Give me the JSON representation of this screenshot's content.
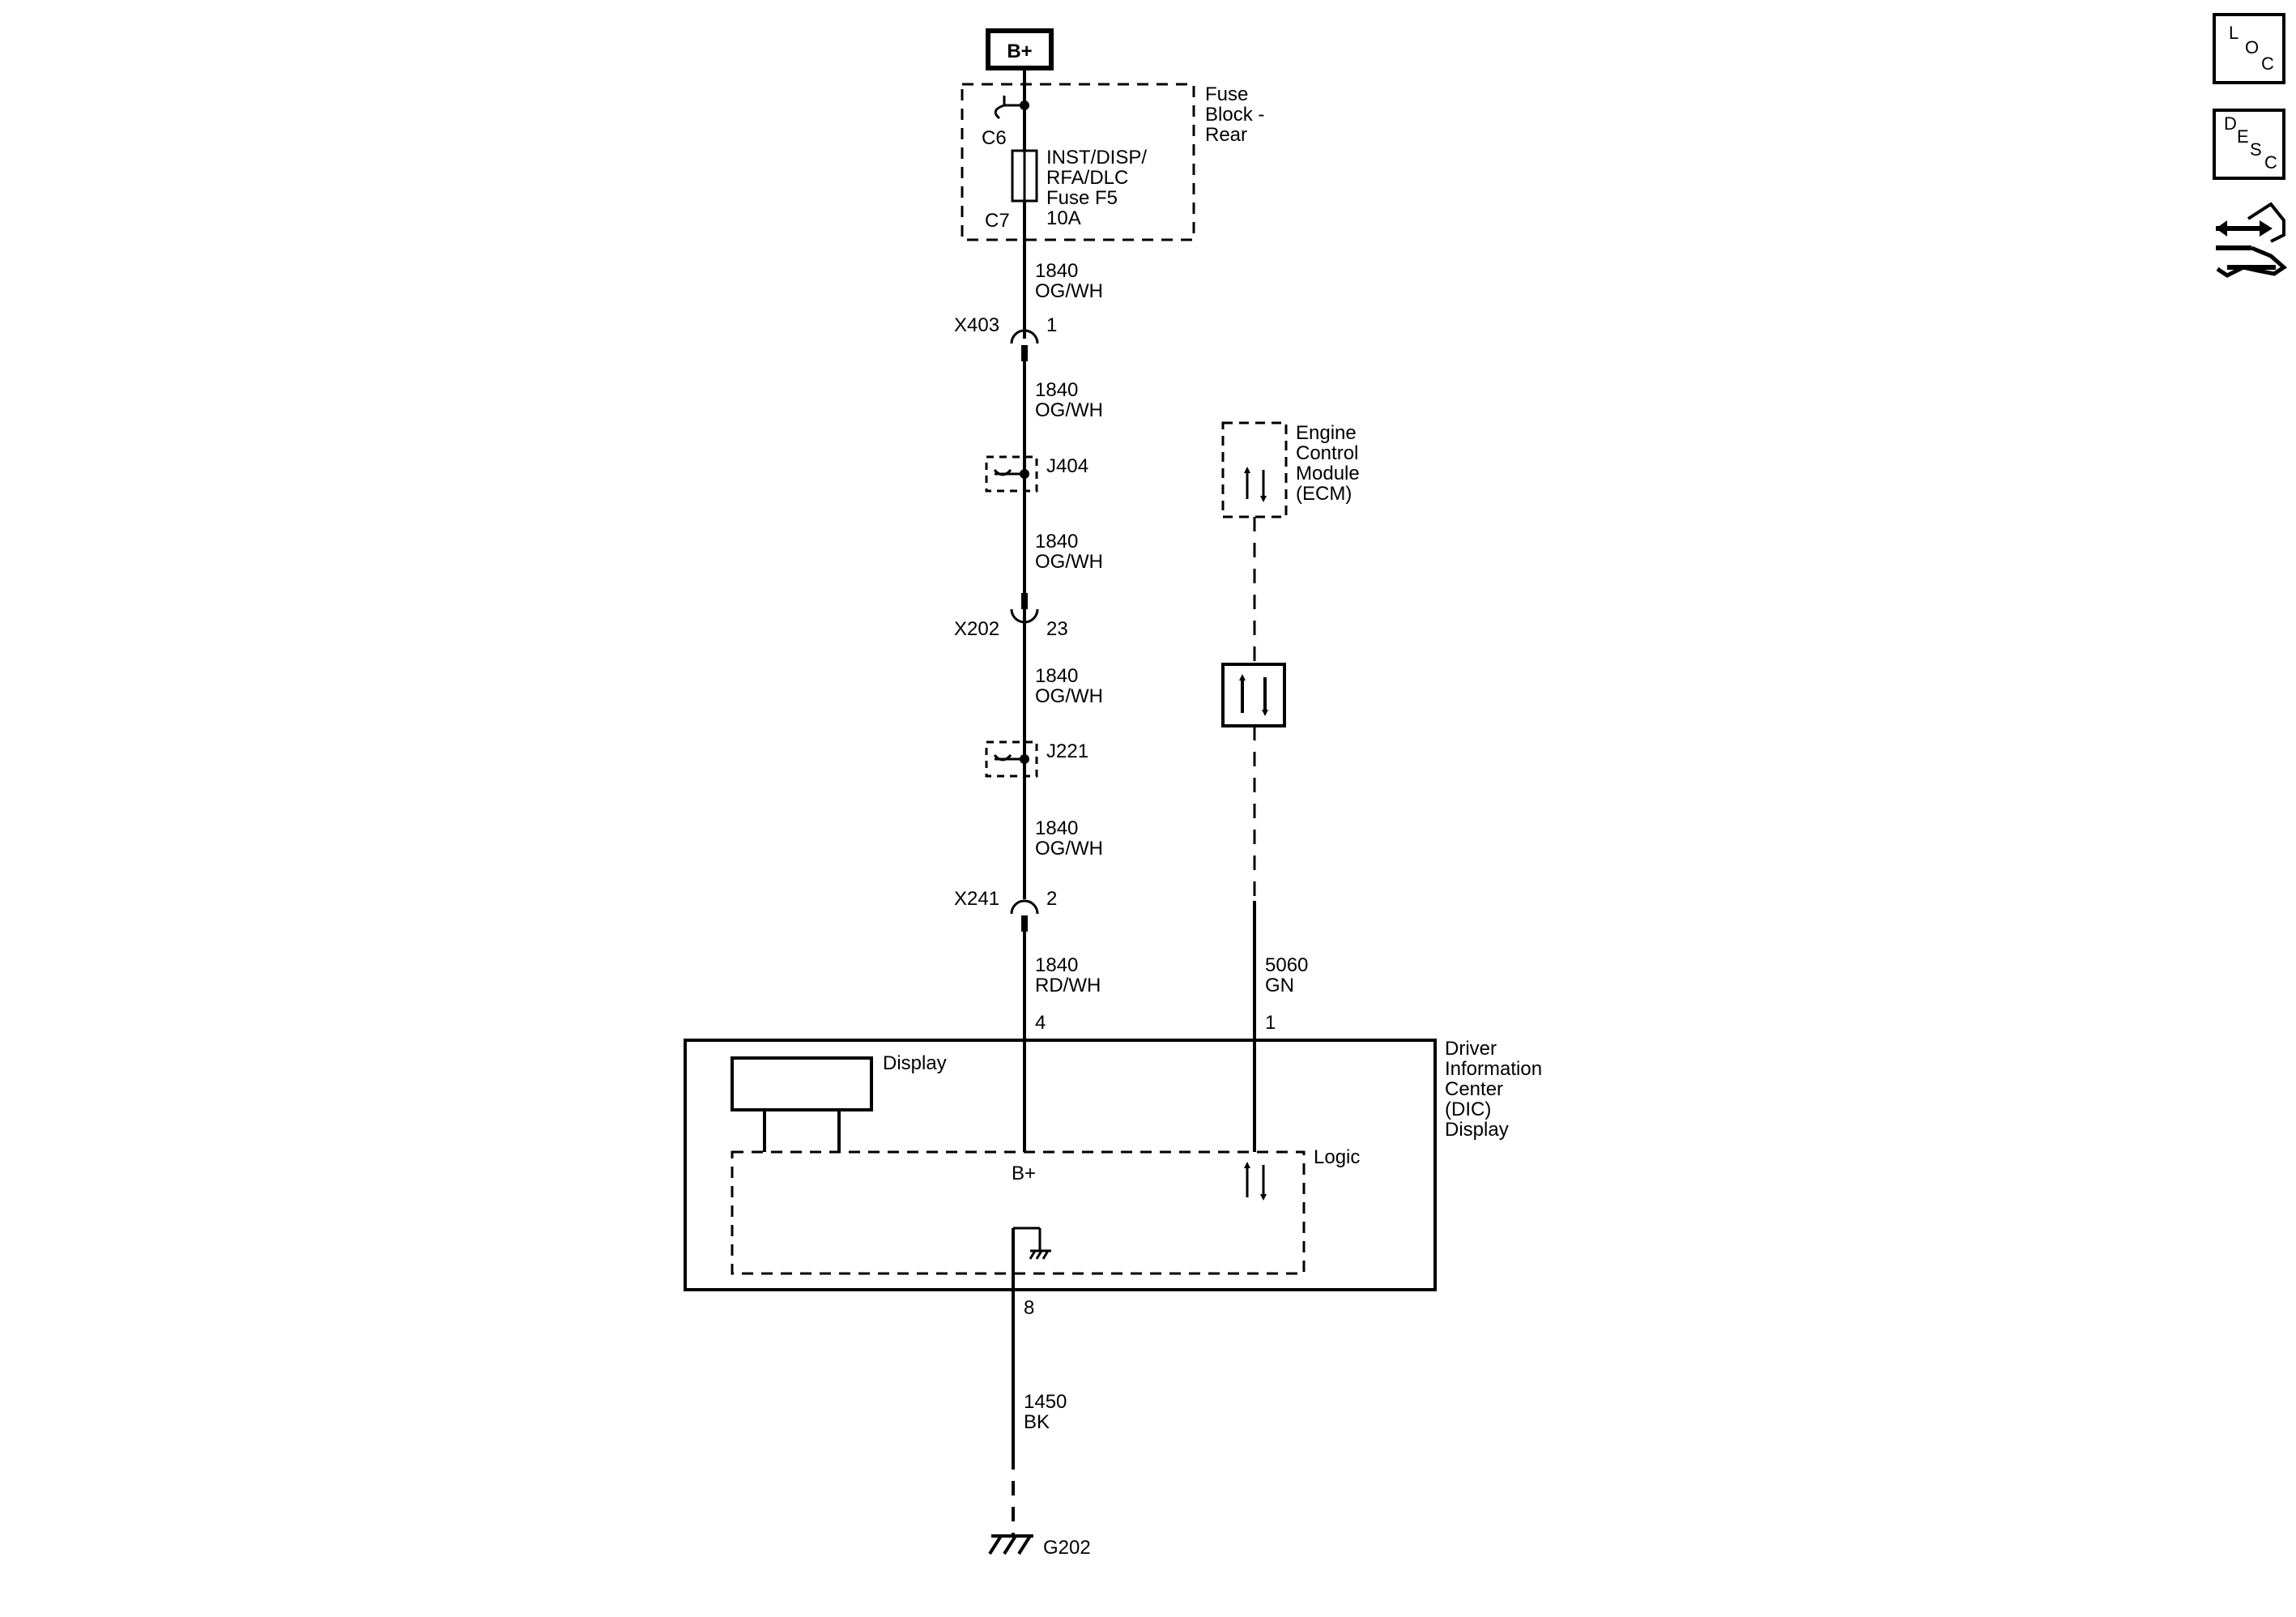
{
  "power_source": {
    "label": "B+"
  },
  "fuse_block": {
    "name_lines": [
      "Fuse",
      "Block -",
      "Rear"
    ],
    "connector_top": "C6",
    "connector_bottom": "C7",
    "fuse_lines": [
      "INST/DISP/",
      "RFA/DLC",
      "Fuse F5",
      "10A"
    ]
  },
  "wires": [
    {
      "circuit": "1840",
      "color": "OG/WH"
    },
    {
      "circuit": "1840",
      "color": "OG/WH"
    },
    {
      "circuit": "1840",
      "color": "OG/WH"
    },
    {
      "circuit": "1840",
      "color": "OG/WH"
    },
    {
      "circuit": "1840",
      "color": "OG/WH"
    },
    {
      "circuit": "1840",
      "color": "RD/WH"
    },
    {
      "circuit": "5060",
      "color": "GN"
    },
    {
      "circuit": "1450",
      "color": "BK"
    }
  ],
  "inline_connectors": [
    {
      "name": "X403",
      "pin": "1"
    },
    {
      "name": "X202",
      "pin": "23"
    },
    {
      "name": "X241",
      "pin": "2"
    }
  ],
  "splices": [
    {
      "name": "J404"
    },
    {
      "name": "J221"
    }
  ],
  "ecm": {
    "name_lines": [
      "Engine",
      "Control",
      "Module",
      "(ECM)"
    ]
  },
  "dic": {
    "name_lines": [
      "Driver",
      "Information",
      "Center",
      "(DIC)",
      "Display"
    ],
    "display_label": "Display",
    "logic_label": "Logic",
    "bplus_label": "B+",
    "pin_power": "4",
    "pin_data": "1",
    "pin_ground": "8"
  },
  "ground": {
    "name": "G202"
  },
  "side_icons": {
    "loc": [
      "L",
      "O",
      "C"
    ],
    "desc": [
      "D",
      "E",
      "S",
      "C"
    ]
  }
}
